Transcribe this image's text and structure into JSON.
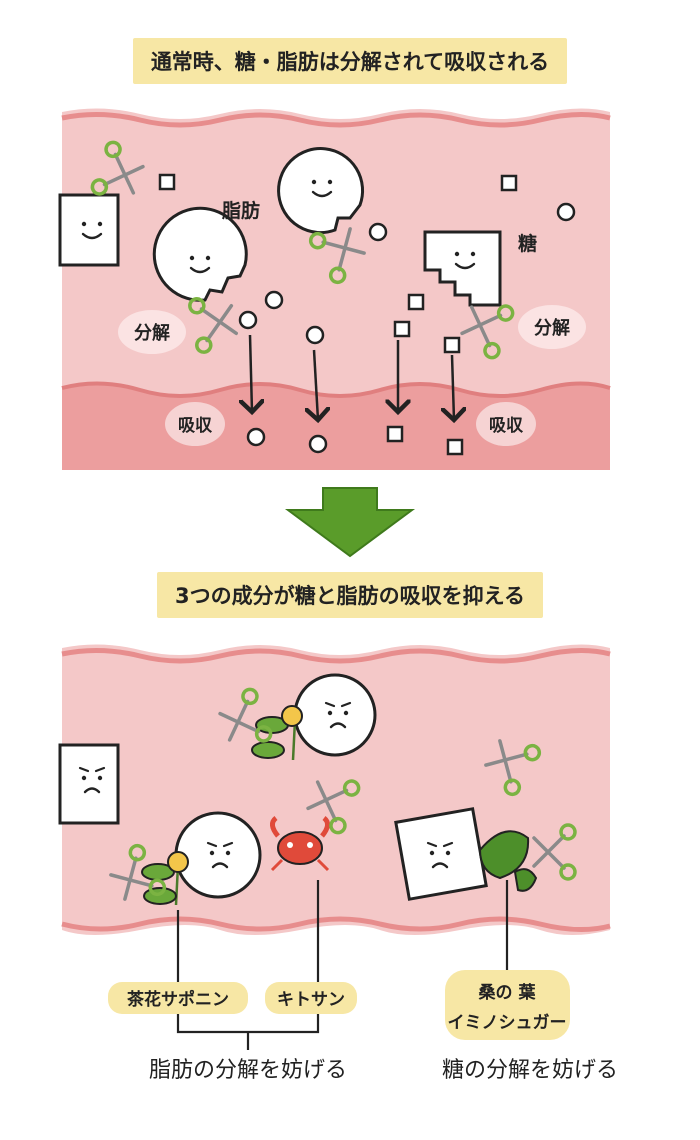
{
  "top_caption": "通常時、糖・脂肪は分解されて吸収される",
  "bottom_caption": "3つの成分が糖と脂肪の吸収を抑える",
  "top_panel": {
    "fat_label": "脂肪",
    "sugar_label": "糖",
    "left_decompose": "分解",
    "right_decompose": "分解",
    "left_absorb": "吸収",
    "right_absorb": "吸収"
  },
  "bottom_panel": {
    "tea_saponin": "茶花サポニン",
    "chitosan": "キトサン",
    "mulberry_line1": "桑の 葉",
    "mulberry_line2": "イミノシュガー",
    "fat_block": "脂肪の分解を妨げる",
    "sugar_block": "糖の分解を妨げる"
  },
  "colors": {
    "band": "#f4c8c8",
    "band_dark": "#e78d8d",
    "caption_bg": "#f7e7a5",
    "arrow_green": "#5a9c2a",
    "scissor_green": "#7bb342"
  }
}
